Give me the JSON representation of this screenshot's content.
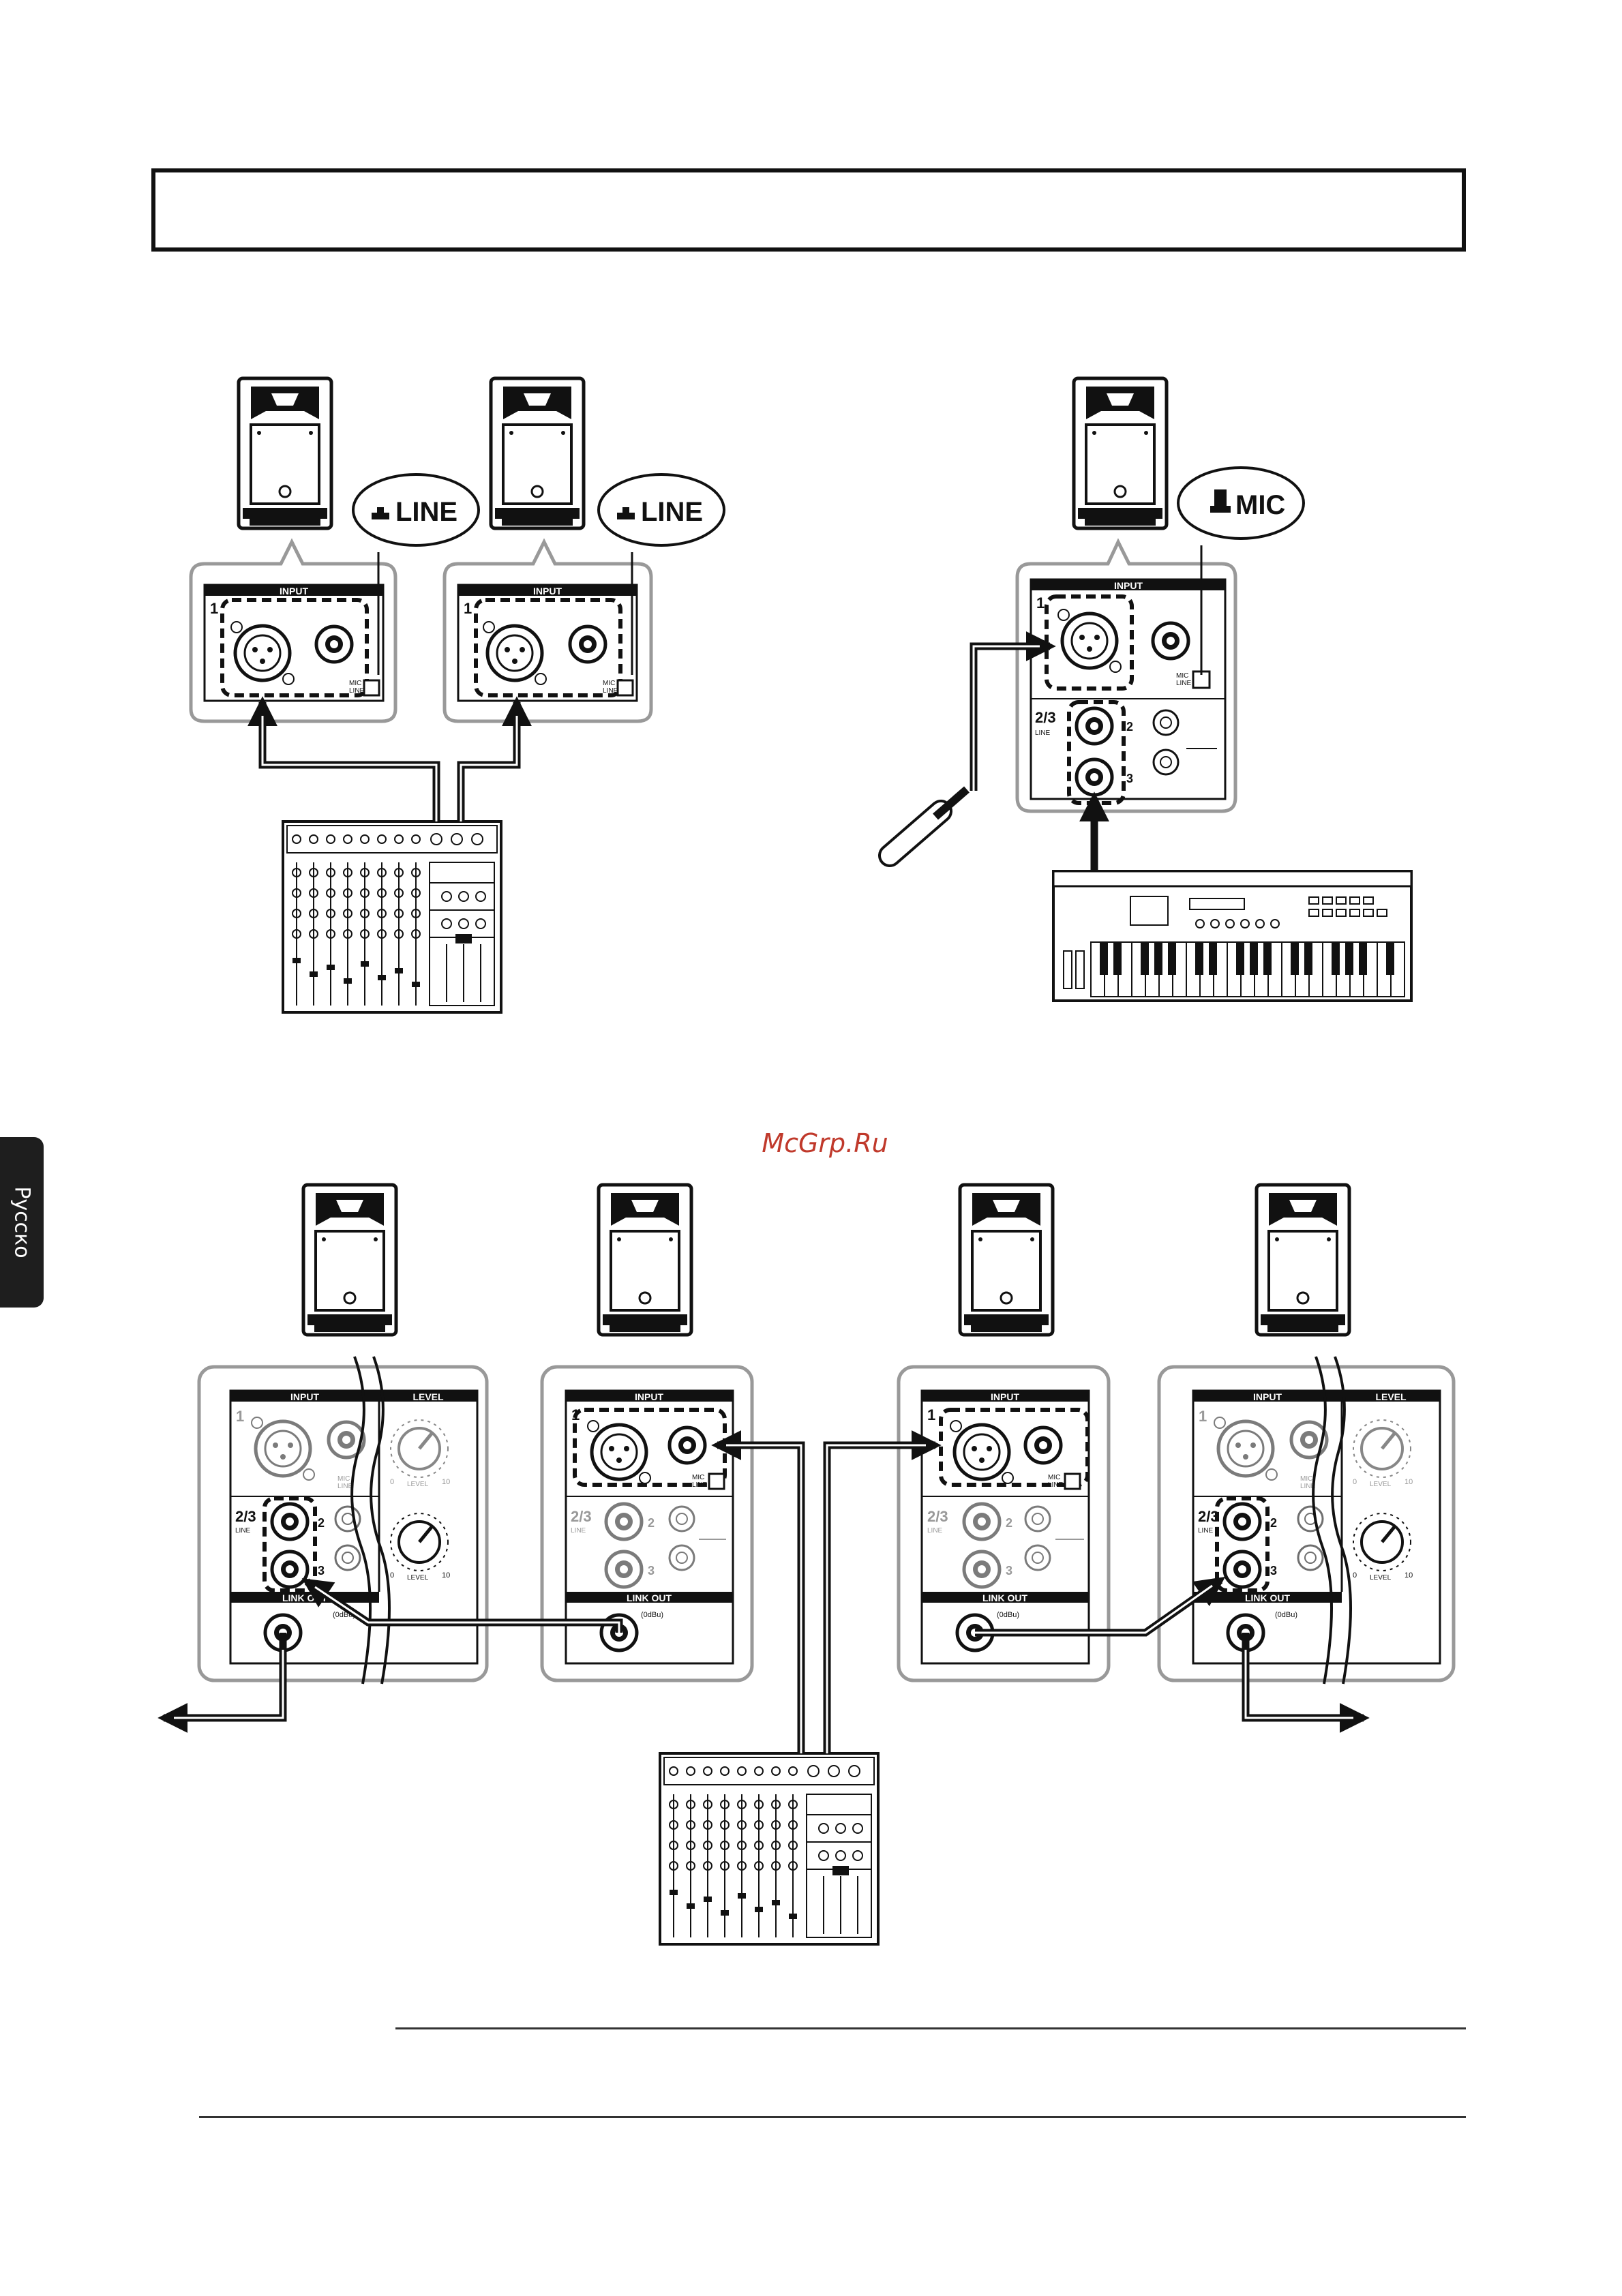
{
  "watermark": "McGrp.Ru",
  "side_tab": "Русско",
  "callouts": {
    "line_a": "LINE",
    "line_b": "LINE",
    "mic": "MIC"
  },
  "panel_labels": {
    "input": "INPUT",
    "level": "LEVEL",
    "link_out": "LINK OUT",
    "dbu": "(0dBu)",
    "ch1": "1",
    "ch23": "2/3",
    "ch2": "2",
    "ch3": "3",
    "line": "LINE",
    "mic_line_top": "MIC",
    "mic_line_bottom": "LINE",
    "knob_min": "0",
    "knob_max": "10"
  },
  "colors": {
    "ink": "#111111",
    "panel_border": "#9a9a9a",
    "watermark": "#c0392b",
    "tab": "#1e1e1e"
  },
  "icons": [
    "speaker-icon",
    "mixer-icon",
    "keyboard-icon",
    "microphone-icon",
    "xlr-jack-icon",
    "phone-jack-icon",
    "level-knob-icon",
    "arrow-icon"
  ]
}
